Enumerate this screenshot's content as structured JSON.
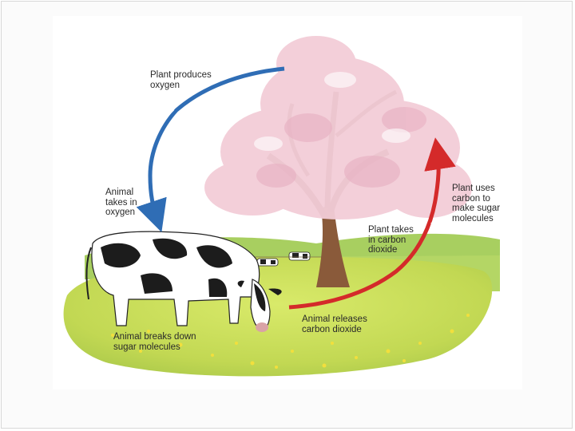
{
  "diagram": {
    "labels": {
      "plant_produces_oxygen": "Plant produces\noxygen",
      "animal_takes_oxygen": "Animal\ntakes in\noxygen",
      "plant_uses_carbon": "Plant uses\ncarbon to\nmake sugar\nmolecules",
      "plant_takes_co2": "Plant takes\nin carbon\ndioxide",
      "animal_releases_co2": "Animal releases\ncarbon dioxide",
      "animal_breaks_sugar": "Animal breaks down\nsugar molecules"
    },
    "colors": {
      "oxygen_arrow": "#2f6db5",
      "carbon_arrow": "#d42a2a",
      "blossom": "#f3cdd8",
      "grass": "#c5dc5a",
      "trunk": "#8a5a3a"
    },
    "icons": [
      "tree-blossom",
      "cow",
      "small-cows",
      "oxygen-arrow",
      "carbon-arrow"
    ]
  }
}
